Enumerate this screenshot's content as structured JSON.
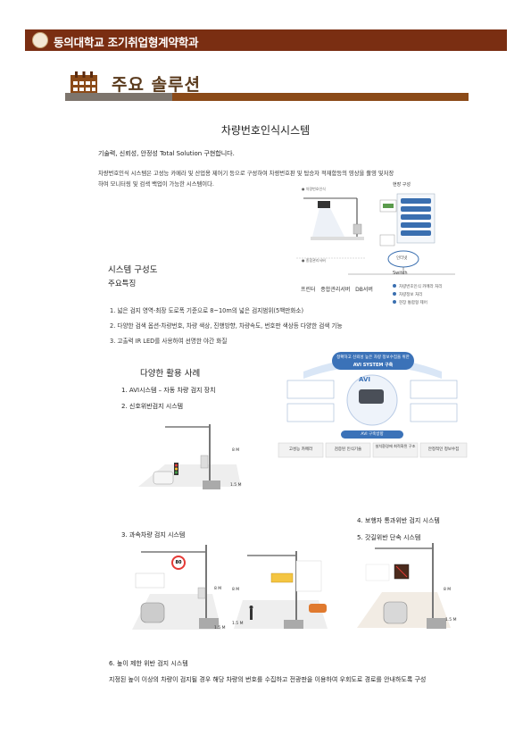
{
  "header": {
    "title": "동의대학교 조기취업형계약학과"
  },
  "section": {
    "title": "주요 솔루션"
  },
  "document": {
    "title": "차량번호인식시스템",
    "tagline": "기술력, 신뢰성, 안정성 Total Solution 구현합니다.",
    "intro_line1": "차량번호인식 시스템은 고성능 카메라 및 산업용 제어기 등으로 구성하여 차량번호판 및 탑승자 적재함등의 영상을 촬영 및저장",
    "intro_line2": "하여 모니터링 및 검색 백업이 가능한 시스템이다.",
    "system_config_title": "시스템 구성도",
    "features_title": "주요특징",
    "features": [
      "1. 넓은 검지 영역-최장 도로폭 기준으로 8~10m의 넓은 검지범위(5백만화소)",
      "2. 다양한 검색 옵션-차량번호, 차량 색상, 진행방향, 차량속도, 번호판 색상등 다양한 검색 기능",
      "3. 고출력 IR LED를 사용하여 선명한 야간 화질"
    ],
    "usage_title": "다양한 활용 사례",
    "usage_items": [
      "1. AVI시스템 – 자동 차량 검지 장치",
      "2. 신호위반검지 시스템"
    ],
    "item3": "3. 과속차량 검지 시스템",
    "item4": "4. 보행자 통과위반 검지 시스템",
    "item5": "5. 갓길위반 단속 시스템",
    "item6_title": "6. 높이 제한 위반 검지 시스템",
    "item6_desc": "지정된 높이 이상의 차량이 검지될 경우 해당 차량의 번호를 수집하고 전광판을 이용하여 우회도로 경로를 안내하도록 구성"
  },
  "diagram": {
    "label_field": "현장 구성",
    "label_switch": "Switch",
    "label_pc": "인터넷",
    "bottom_labels": "프린터   종합관리서버   DB서버",
    "legend": [
      "차량번호인식 카메라 처리",
      "차량정보 처리",
      "현장 통합형 제어"
    ]
  },
  "avi": {
    "banner_line1": "정확하고 신뢰성 높은 차량 정보수집을 위한",
    "banner_line2": "AVI SYSTEM 구축",
    "logo": "AVI",
    "center_label": "AVI 구축방향",
    "boxes": [
      "고성능 카메라",
      "검증된 인식기술",
      "설치환경에 최적화된 구조",
      "안정적인 정보수집"
    ]
  },
  "measures": {
    "height_8m": "8 M",
    "height_15m": "1.5 M",
    "sign_speed": "80"
  },
  "icons": {
    "logo": "university-seal-icon",
    "section": "calendar-grid-icon"
  },
  "colors": {
    "header": "#7a2e12",
    "accent": "#8b4a18",
    "gray": "#7d756d",
    "blue": "#3a6fb0"
  }
}
